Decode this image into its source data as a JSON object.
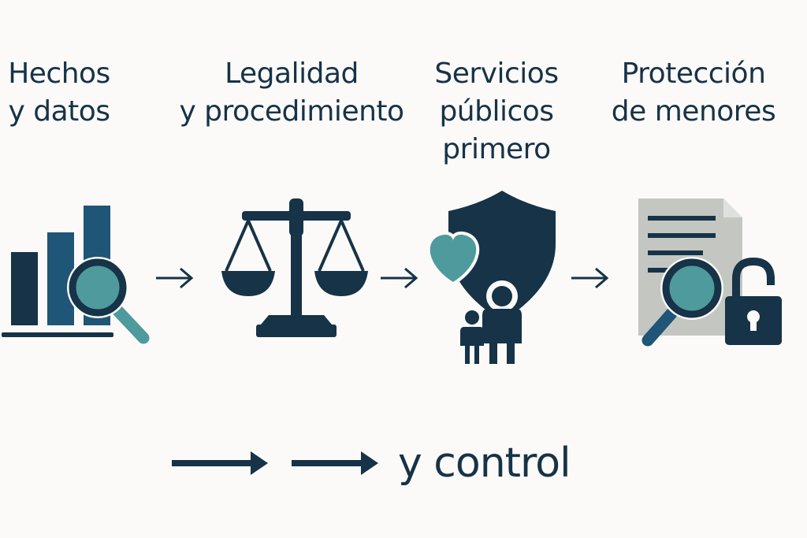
{
  "steps": [
    {
      "title_lines": [
        "Hechos",
        "y datos"
      ],
      "icon": "bar-chart-magnifier-icon"
    },
    {
      "title_lines": [
        "Legalidad",
        "y procedimiento"
      ],
      "icon": "scales-of-justice-icon"
    },
    {
      "title_lines": [
        "Servicios",
        "públicos",
        "primero"
      ],
      "icon": "shield-heart-family-icon"
    },
    {
      "title_lines": [
        "Protección",
        "de menores"
      ],
      "icon": "document-magnifier-lock-icon"
    }
  ],
  "footer": {
    "text": "y control"
  },
  "colors": {
    "navy": "#163347",
    "blue": "#1f5577",
    "teal": "#4e9a9c",
    "grey": "#c4c6c2",
    "background": "#fbfaf8"
  }
}
